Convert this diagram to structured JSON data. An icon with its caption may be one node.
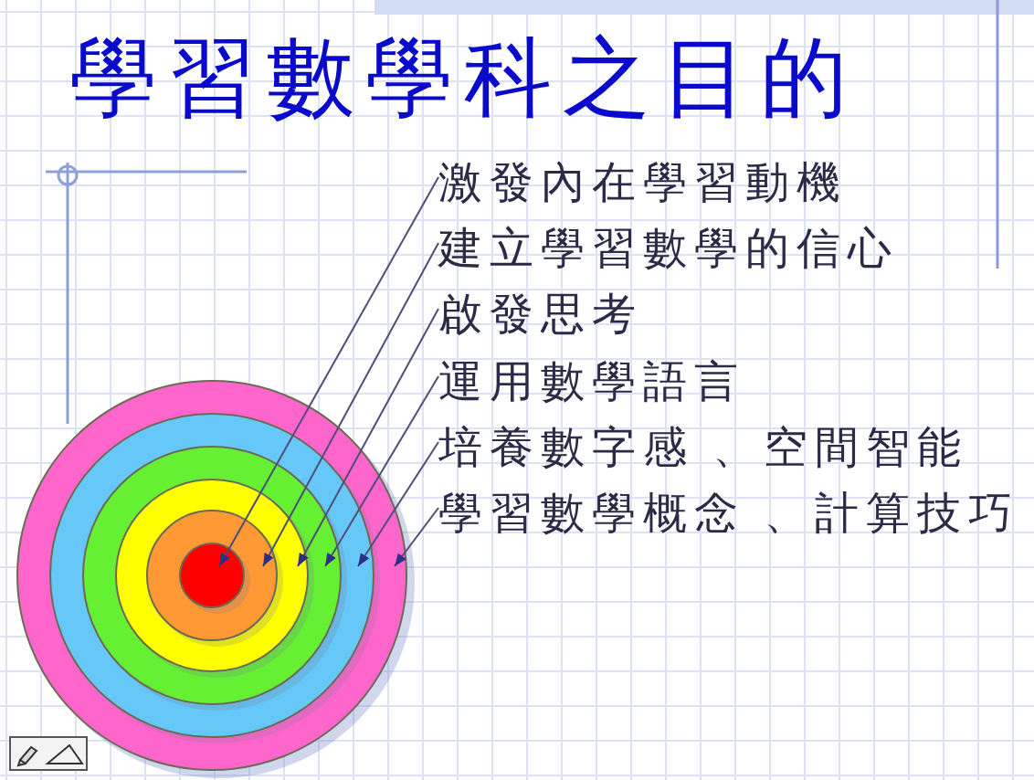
{
  "diagram": {
    "title": "學習數學科之目的",
    "nodes": [
      {
        "text": [
          "激發內在學習動機"
        ]
      },
      {
        "text": [
          "建立學習數學的信心"
        ]
      },
      {
        "text": [
          "啟發思考"
        ]
      },
      {
        "text": [
          "運用數學語言"
        ]
      },
      {
        "text": [
          "培養數字感 、空間智能"
        ]
      },
      {
        "text": [
          "學習數學概念 、計算技巧"
        ]
      },
      {
        "text": [],
        "shape": "circle"
      },
      {
        "text": [],
        "shape": "circle",
        "in": 6
      },
      {
        "text": [],
        "shape": "circle",
        "in": 7
      },
      {
        "text": [],
        "shape": "circle",
        "in": 8
      },
      {
        "text": [],
        "shape": "circle",
        "in": 9
      },
      {
        "text": [],
        "shape": "circle",
        "in": 10
      }
    ],
    "edges": [
      {
        "from": 0,
        "to": 11,
        "arrow": "to"
      },
      {
        "from": 1,
        "to": 10,
        "arrow": "to"
      },
      {
        "from": 2,
        "to": 9,
        "arrow": "to"
      },
      {
        "from": 3,
        "to": 8,
        "arrow": "to"
      },
      {
        "from": 4,
        "to": 7,
        "arrow": "to"
      },
      {
        "from": 5,
        "to": 6,
        "arrow": "to"
      }
    ]
  }
}
